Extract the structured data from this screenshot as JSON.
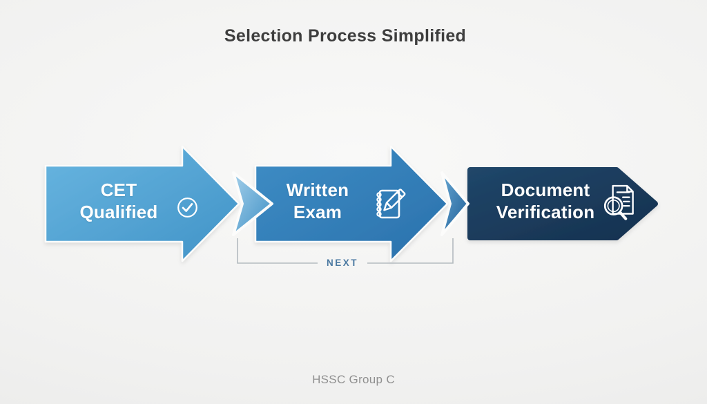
{
  "title": "Selection Process Simplified",
  "footer": "HSSC Group C",
  "flow": {
    "connector_label": "NEXT",
    "steps": [
      {
        "line1": "CET",
        "line2": "Qualified",
        "icon": "check-circle-icon",
        "color": "#57aad8"
      },
      {
        "line1": "Written",
        "line2": "Exam",
        "icon": "notebook-pencil-icon",
        "color": "#2e7cb7"
      },
      {
        "line1": "Document",
        "line2": "Verification",
        "icon": "document-search-icon",
        "color": "#1b3a5c"
      }
    ]
  },
  "colors": {
    "background": "#f0f0ef",
    "title_text": "#3e3e3e",
    "arrow_text": "#ffffff",
    "step1_arrow": "#57aad8",
    "step2_arrow": "#2e7cb7",
    "step3_arrow": "#1b3a5c",
    "next_text": "#4b79a1",
    "bracket_line": "#b4bbc0",
    "footer_text": "#909090"
  }
}
